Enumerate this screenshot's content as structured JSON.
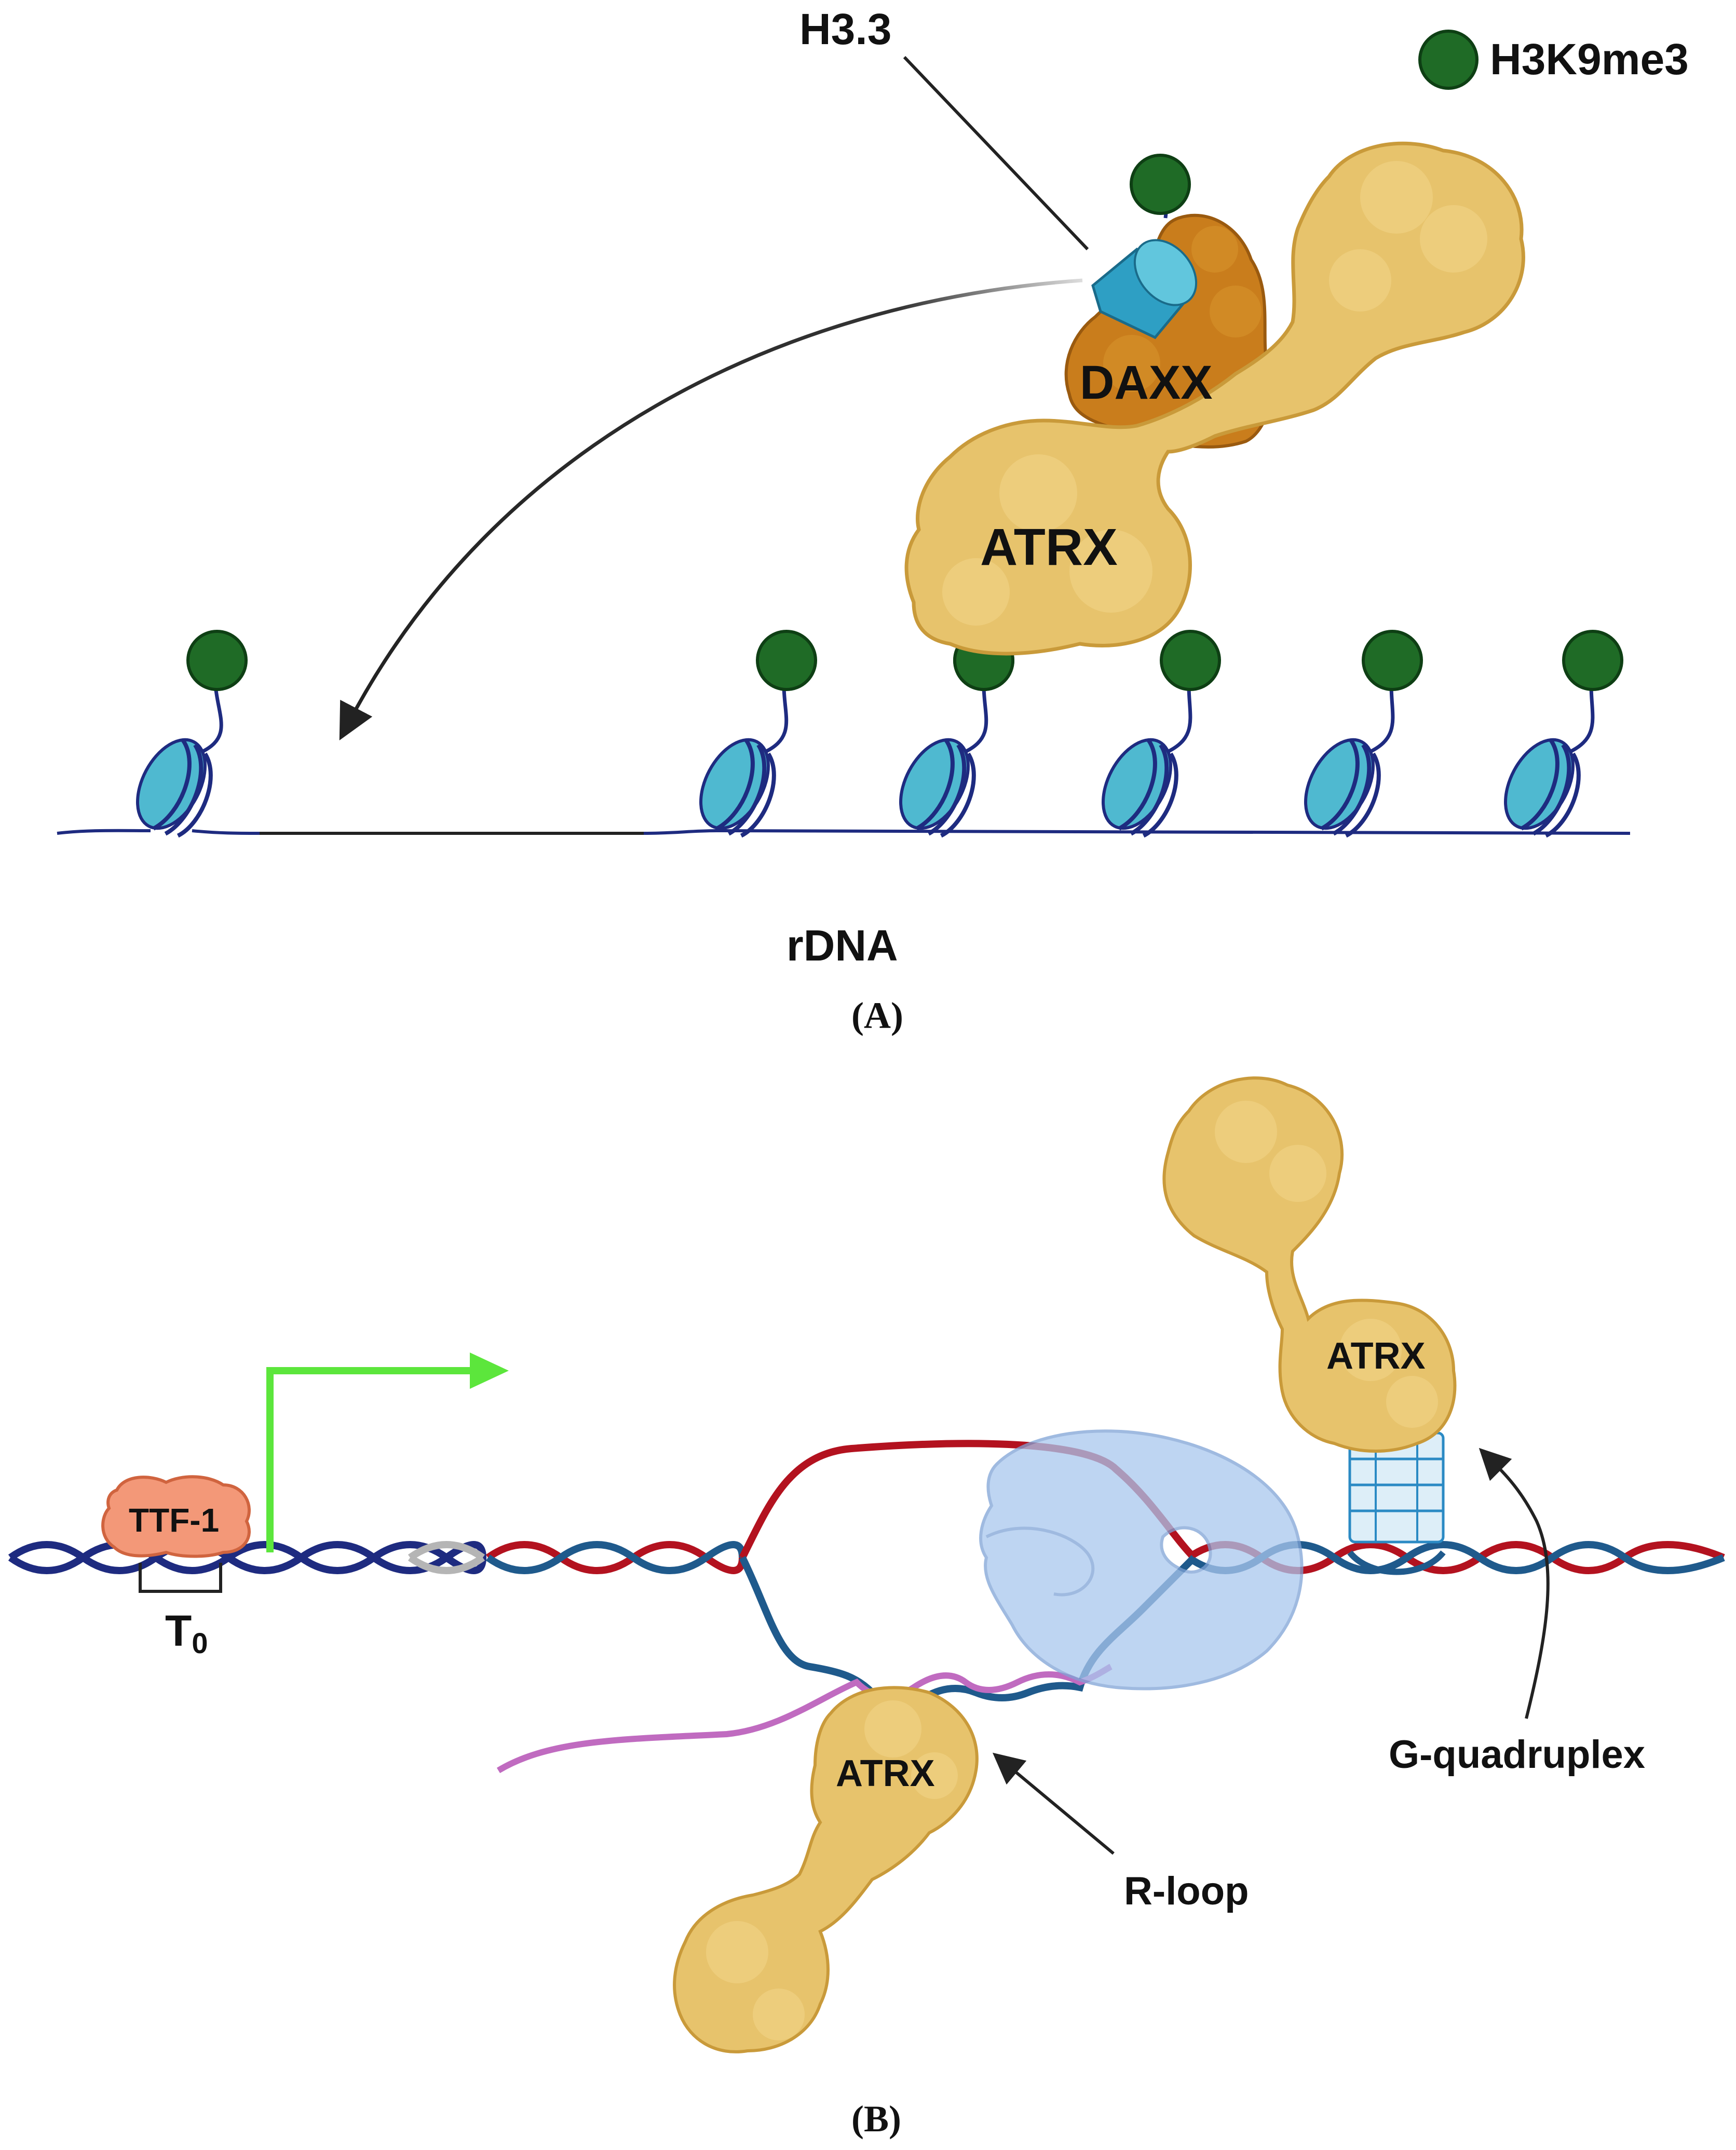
{
  "panel_a": {
    "caption": "(A)",
    "legend_label": "H3K9me3",
    "h33_label": "H3.3",
    "daxx_label": "DAXX",
    "atrx_label": "ATRX",
    "rdna_label": "rDNA"
  },
  "panel_b": {
    "caption": "(B)",
    "ttf1_label": "TTF-1",
    "t0_label": "T",
    "t0_sub": "0",
    "atrx_top_label": "ATRX",
    "atrx_bottom_label": "ATRX",
    "gquad_label": "G-quadruplex",
    "rloop_label": "R-loop"
  },
  "colors": {
    "h3k9me3": "#1f6b26",
    "nucleosome": "#4fb9d0",
    "atrx": "#e7c36c",
    "daxx": "#c97d1c",
    "dna_dark": "#1e2b80",
    "dna_red": "#b3121f",
    "dna_blue": "#1f5a8c",
    "rna": "#c06bc0",
    "polymerase": "#a9c7ee",
    "promoter_arrow": "#5ce63c",
    "ttf1": "#f39878"
  }
}
